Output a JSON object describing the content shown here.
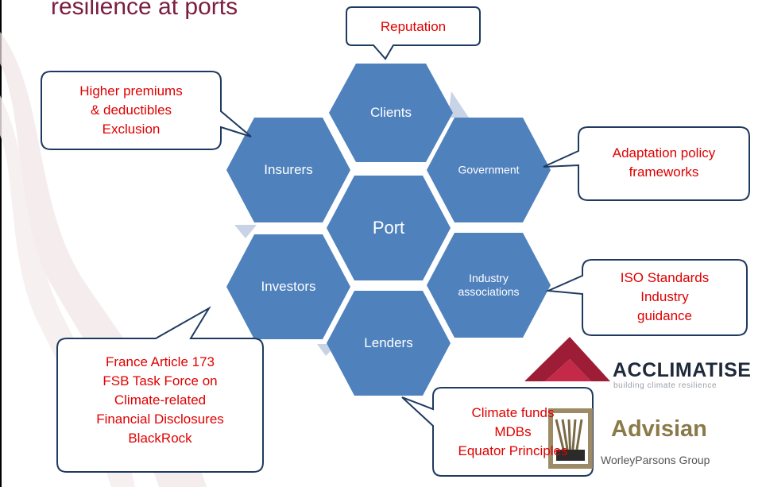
{
  "title": "resilience at ports",
  "hexagons": [
    {
      "label": "Clients"
    },
    {
      "label": "Insurers"
    },
    {
      "label": "Government"
    },
    {
      "label": "Port"
    },
    {
      "label": "Investors"
    },
    {
      "label": "Industry associations"
    },
    {
      "label": "Lenders"
    }
  ],
  "callouts": {
    "reputation": [
      "Reputation"
    ],
    "insurers": [
      "Higher premiums",
      "& deductibles",
      "Exclusion"
    ],
    "government": [
      "Adaptation policy",
      "frameworks"
    ],
    "industry": [
      "ISO Standards",
      "Industry",
      "guidance"
    ],
    "investors": [
      "France Article 173",
      "FSB Task Force on",
      "Climate-related",
      "Financial Disclosures",
      "BlackRock"
    ],
    "lenders": [
      "Climate funds",
      "MDBs",
      "Equator Principles"
    ]
  },
  "logos": {
    "acclimatise_name": "ACCLIMATISE",
    "acclimatise_tagline": "building climate resilience",
    "advisian_name": "Advisian",
    "advisian_sub": "WorleyParsons Group"
  },
  "colors": {
    "hex_fill": "#4f81bd",
    "hex_edge": "#c9d3e6",
    "callout_border": "#1f3a60",
    "callout_text": "#e00000",
    "title": "#7b1d3f"
  }
}
